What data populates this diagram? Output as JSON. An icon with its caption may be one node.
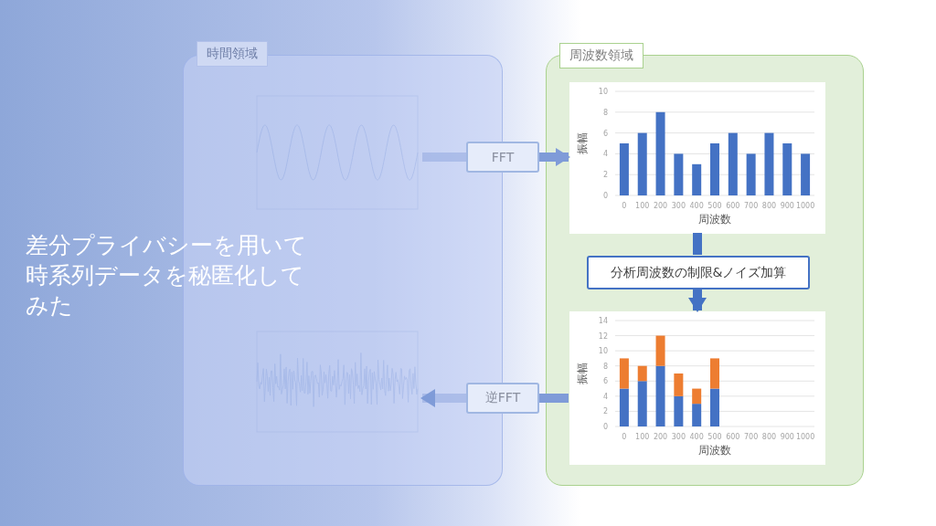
{
  "diagram": {
    "title": "差分プライバシーを用いて時系列データを秘匿化してみた",
    "nodes": [
      {
        "text": [
          "時間領域"
        ]
      },
      {
        "text": [],
        "shape": "picture",
        "in": 0
      },
      {
        "text": [],
        "shape": "picture",
        "in": 0
      },
      {
        "text": [
          "FFT"
        ]
      },
      {
        "text": [
          "逆FFT"
        ]
      },
      {
        "text": [
          "周波数領域"
        ]
      },
      {
        "text": [],
        "shape": "picture",
        "in": 5
      },
      {
        "text": [
          "分析周波数の制限&ノイズ加算"
        ],
        "in": 5
      },
      {
        "text": [],
        "shape": "picture",
        "in": 5
      }
    ],
    "edges": [
      {
        "from": 1,
        "to": 3,
        "arrow": "none"
      },
      {
        "from": 3,
        "to": 6,
        "arrow": "to"
      },
      {
        "from": 6,
        "to": 7,
        "arrow": "none"
      },
      {
        "from": 7,
        "to": 8,
        "arrow": "to"
      },
      {
        "from": 8,
        "to": 4,
        "arrow": "none"
      },
      {
        "from": 4,
        "to": 2,
        "arrow": "to"
      }
    ],
    "chart_data": [
      {
        "type": "bar",
        "xlabel": "周波数",
        "ylabel": "振幅",
        "categories": [
          "0",
          "100",
          "200",
          "300",
          "400",
          "500",
          "600",
          "700",
          "800",
          "900",
          "1000"
        ],
        "values": [
          5,
          6,
          8,
          4,
          3,
          5,
          6,
          4,
          6,
          5,
          4
        ],
        "grid": true,
        "ylim": [
          0,
          10
        ],
        "yticks": [
          0,
          2,
          4,
          6,
          8,
          10
        ]
      },
      {
        "type": "bar",
        "stacked": true,
        "xlabel": "周波数",
        "ylabel": "振幅",
        "categories": [
          "0",
          "100",
          "200",
          "300",
          "400",
          "500",
          "600",
          "700",
          "800",
          "900",
          "1000"
        ],
        "series": [
          {
            "color": "#4472c4",
            "values": [
              5,
              6,
              8,
              4,
              3,
              5,
              null,
              null,
              null,
              null,
              null
            ]
          },
          {
            "color": "#ed7d31",
            "values": [
              4,
              2,
              4,
              3,
              2,
              4,
              null,
              null,
              null,
              null,
              null
            ]
          }
        ],
        "grid": true,
        "ylim": [
          0,
          14
        ],
        "yticks": [
          0,
          2,
          4,
          6,
          8,
          10,
          12,
          14
        ]
      }
    ]
  }
}
